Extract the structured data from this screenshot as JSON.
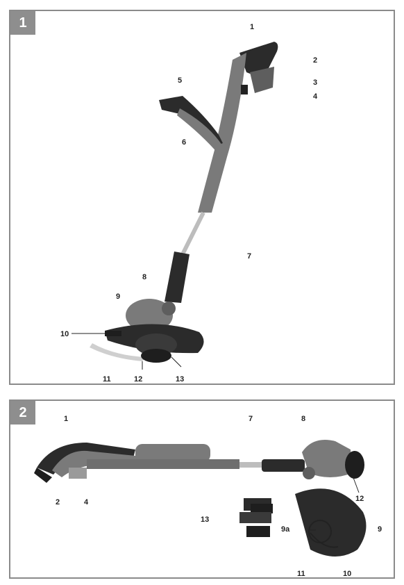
{
  "figure1": {
    "badge": "1",
    "labels": {
      "l1": "1",
      "l2": "2",
      "l3": "3",
      "l4": "4",
      "l5": "5",
      "l6": "6",
      "l7": "7",
      "l8": "8",
      "l9": "9",
      "l10": "10",
      "l11": "11",
      "l12": "12",
      "l13": "13"
    }
  },
  "figure2": {
    "badge": "2",
    "labels": {
      "l1": "1",
      "l7": "7",
      "l8": "8",
      "l2": "2",
      "l4": "4",
      "l12": "12",
      "l13": "13",
      "l9a": "9a",
      "l9": "9",
      "l11": "11",
      "l10": "10"
    }
  },
  "colors": {
    "frame": "#8a8a8a",
    "badge_bg": "#8e8e8e",
    "body_grey": "#7a7a7a",
    "dark": "#2b2b2b",
    "shaft": "#bdbdbd"
  }
}
